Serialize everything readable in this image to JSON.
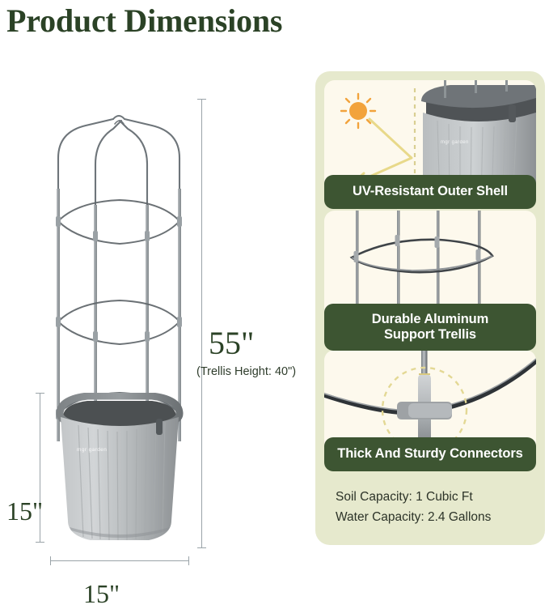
{
  "header": {
    "title": "Product Dimensions"
  },
  "colors": {
    "title_green": "#2b4226",
    "banner_green": "#3d5532",
    "panel_bg": "#e6e9cd",
    "card_bg": "#fdf9ed",
    "sun_orange": "#f2a33c",
    "arrow_yellow": "#e8d98a",
    "planter_gray": "#b9bcbe",
    "pole_gray": "#7d8489",
    "dim_line_gray": "#9aa3a8"
  },
  "diagram": {
    "height_label": "55\"",
    "trellis_note": "(Trellis Height: 40\")",
    "depth_label": "15\"",
    "width_label": "15\""
  },
  "features": [
    {
      "id": "uv-resistant-outer-shell",
      "label": "UV-Resistant Outer Shell",
      "icon": "sun-icon"
    },
    {
      "id": "durable-aluminum-support-trellis",
      "label_line1": "Durable Aluminum",
      "label_line2": "Support Trellis",
      "icon": "trellis-ring-icon"
    },
    {
      "id": "thick-and-sturdy-connectors",
      "label": "Thick And Sturdy Connectors",
      "icon": "connector-icon"
    }
  ],
  "specs": {
    "soil": "Soil Capacity: 1 Cubic Ft",
    "water": "Water Capacity: 2.4 Gallons"
  }
}
